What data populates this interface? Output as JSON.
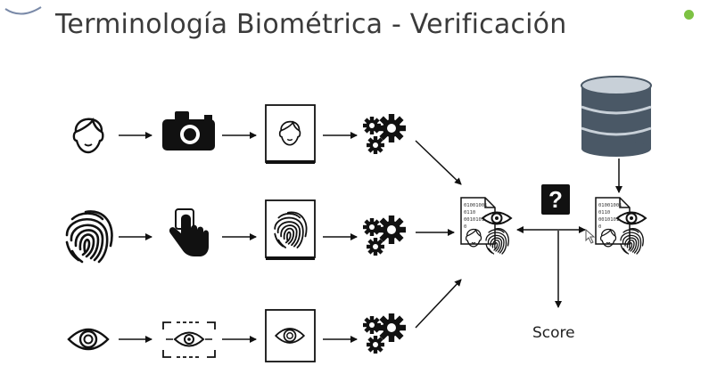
{
  "slide": {
    "title": "Terminología Biométrica - Verificación",
    "accent_color": "#7dc243"
  },
  "diagram": {
    "rows": [
      {
        "modality": "face",
        "steps": [
          "face-icon",
          "camera-icon",
          "face-template-icon",
          "gears-icon"
        ]
      },
      {
        "modality": "fingerprint",
        "steps": [
          "fingerprint-icon",
          "finger-touch-icon",
          "fingerprint-template-icon",
          "gears-icon"
        ]
      },
      {
        "modality": "iris",
        "steps": [
          "eye-icon",
          "eye-scan-icon",
          "eye-template-icon",
          "gears-icon"
        ]
      }
    ],
    "query_icon": "biometric-document-icon",
    "enrolled_icon": "biometric-document-icon",
    "database_icon": "database-icon",
    "compare_icon": "question-mark-icon",
    "compare_symbol": "?",
    "score_label": "Score",
    "doc_code_lines": [
      "01001001",
      "0110",
      "0010101",
      "0"
    ]
  }
}
